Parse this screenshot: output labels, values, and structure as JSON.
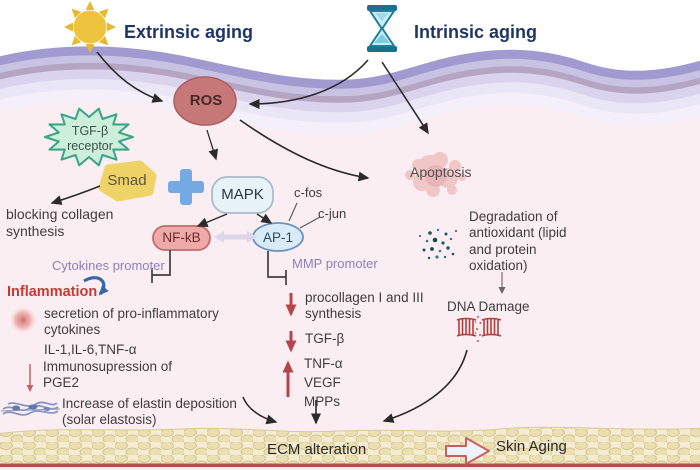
{
  "titles": {
    "extrinsic": "Extrinsic aging",
    "intrinsic": "Intrinsic aging"
  },
  "nodes": {
    "ros": "ROS",
    "receptor_line1": "TGF-β",
    "receptor_line2": "receptor",
    "smad": "Smad",
    "mapk": "MAPK",
    "cfos": "c-fos",
    "cjun": "c-jun",
    "nfkb": "NF-kB",
    "ap1": "AP-1"
  },
  "left_column": {
    "blocking": "blocking collagen synthesis",
    "cytokines_promoter": "Cytokines promoter",
    "inflammation": "Inflammation",
    "secretion": "secretion of pro-inflammatory cytokines",
    "interleukins": "IL-1,IL-6,TNF-α",
    "immunosuppression": "Immunosupression of PGE2",
    "elastin": "Increase of elastin deposition (solar elastosis)"
  },
  "center_column": {
    "mmp_promoter": "MMP promoter",
    "procollagen": "procollagen I and III synthesis",
    "tgfb": "TGF-β",
    "up_items": [
      "TNF-α",
      "VEGF",
      "MPPs"
    ]
  },
  "right_column": {
    "apoptosis": "Apoptosis",
    "degradation": "Degradation of antioxidant (lipid and protein oxidation)",
    "dna_damage": "DNA Damage"
  },
  "bottom": {
    "ecm": "ECM alteration",
    "skin_aging": "Skin Aging"
  },
  "icons": {
    "sun": "sun-icon",
    "hourglass": "hourglass-icon",
    "receptor_burst": "receptor-starburst-icon",
    "plus": "plus-icon",
    "inflammation_dot": "inflammation-glow-icon",
    "cycle_arrow": "blue-cycle-arrow-icon",
    "elastin_fibers": "elastin-fibers-icon",
    "apoptosis_splatter": "apoptosis-splatter-icon",
    "oxidation_dots": "oxidation-dots-icon",
    "dna": "dna-damage-icon",
    "block_arrow": "block-right-arrow-icon"
  },
  "colors": {
    "background_pink": "#fbeef2",
    "title_navy": "#1e3566",
    "band_purple": "#a09ad0",
    "ros_fill": "#c67878",
    "receptor_green": "#3aa486",
    "smad_yellow": "#efd367",
    "nfkb_pink": "#efa9a9",
    "ap1_blue": "#d9ebf7",
    "promoter_purple": "#8d7fba",
    "inflammation_red": "#c23b34",
    "pathway_arrow_red": "#b6444c",
    "dermis_beige": "#f4edd3",
    "skin_aging_arrow_border": "#c75f5f"
  }
}
